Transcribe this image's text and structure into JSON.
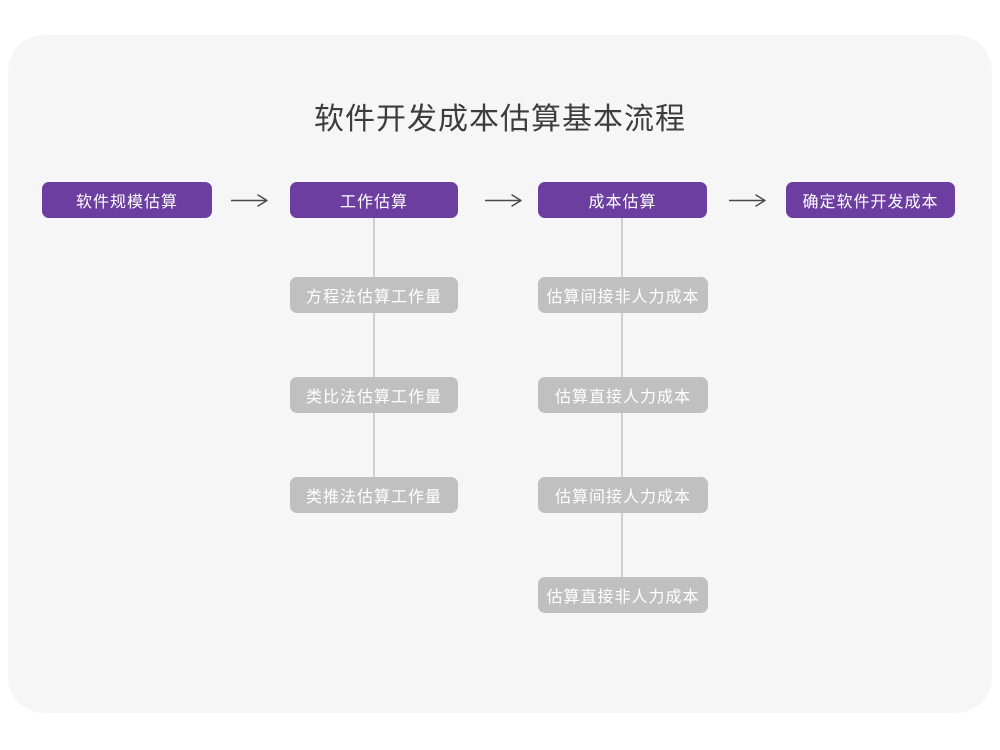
{
  "page": {
    "title": "软件开发成本估算基本流程"
  },
  "colors": {
    "canvas_bg": "#ffffff",
    "card_bg": "#f6f6f6",
    "main_node_bg": "#6c3e9f",
    "sub_node_bg": "#c0c0c0",
    "connector_line": "#cfcfcf",
    "arrow_stroke": "#4a4a4a",
    "title_text": "#3d3d3d",
    "node_text": "#ffffff"
  },
  "flow": {
    "main_nodes": [
      {
        "label": "软件规模估算"
      },
      {
        "label": "工作估算"
      },
      {
        "label": "成本估算"
      },
      {
        "label": "确定软件开发成本"
      }
    ],
    "work_estimation_subnodes": [
      {
        "label": "方程法估算工作量"
      },
      {
        "label": "类比法估算工作量"
      },
      {
        "label": "类推法估算工作量"
      }
    ],
    "cost_estimation_subnodes": [
      {
        "label": "估算间接非人力成本"
      },
      {
        "label": "估算直接人力成本"
      },
      {
        "label": "估算间接人力成本"
      },
      {
        "label": "估算直接非人力成本"
      }
    ]
  }
}
